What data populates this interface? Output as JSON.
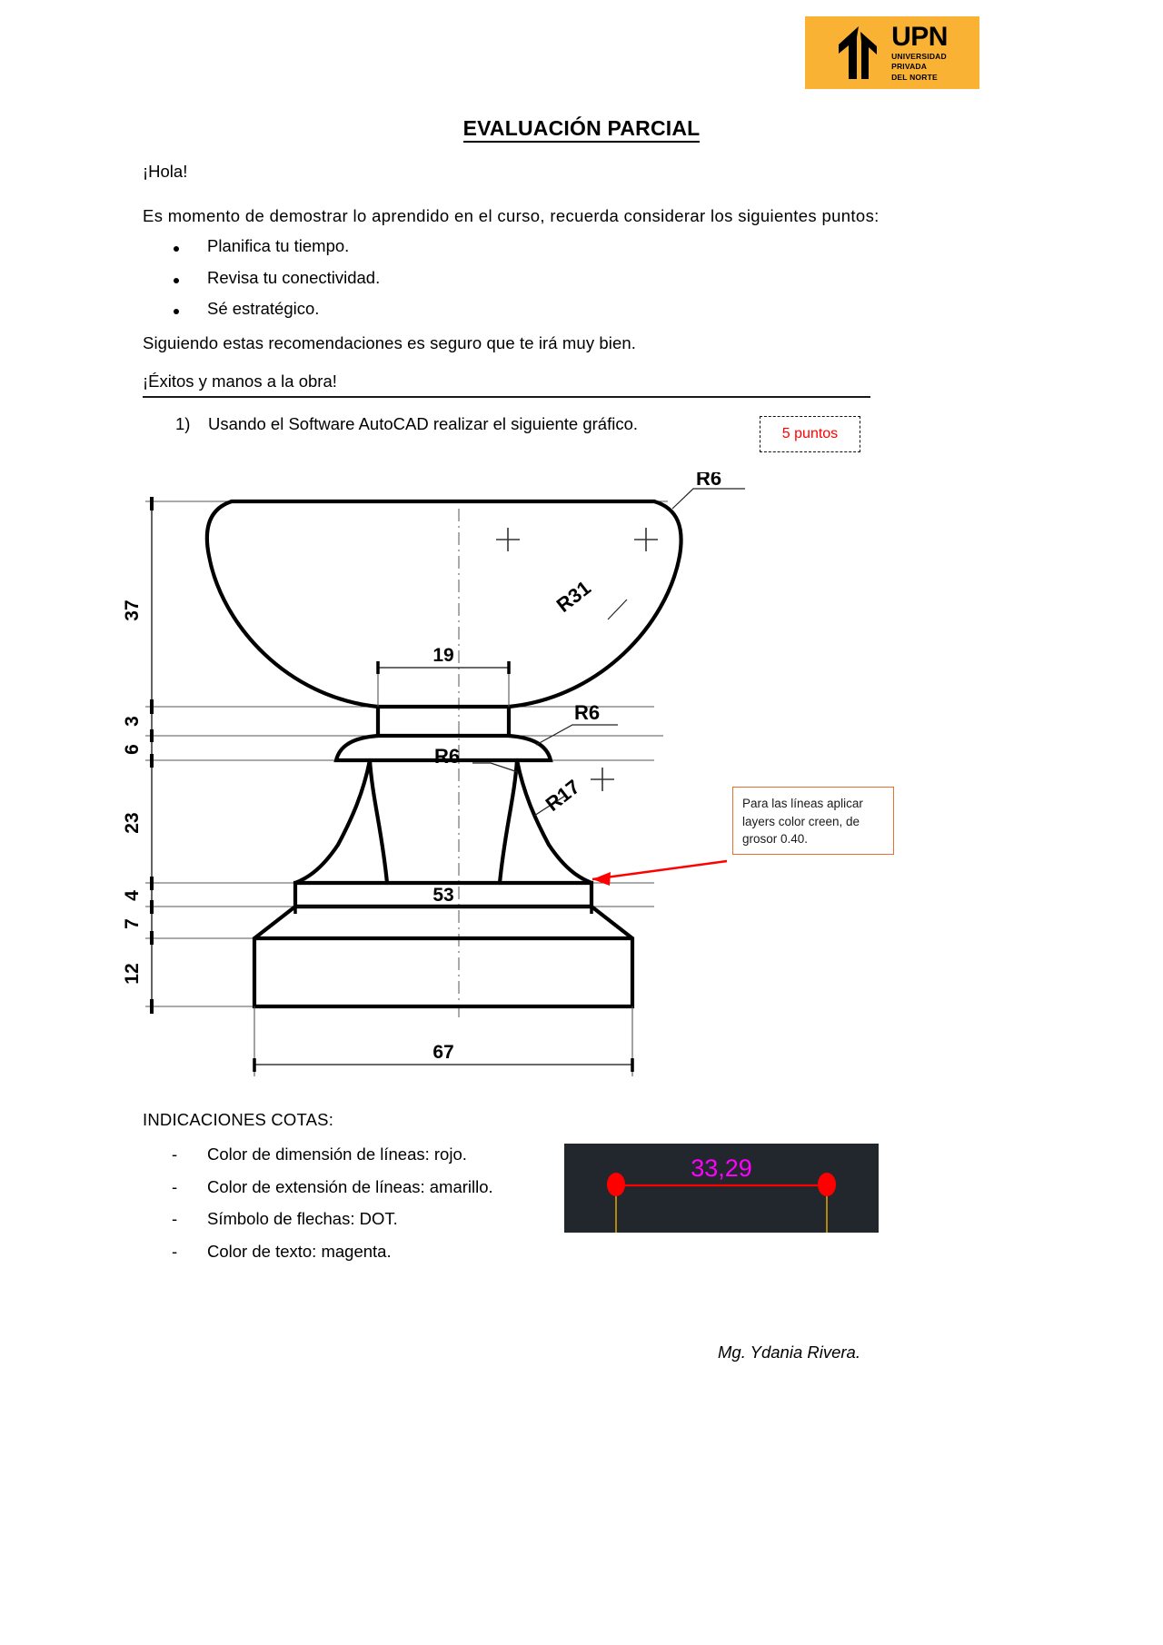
{
  "logo": {
    "brand": "UPN",
    "line1": "UNIVERSIDAD",
    "line2": "PRIVADA",
    "line3": "DEL NORTE",
    "bg_color": "#F9B233"
  },
  "document": {
    "title": "EVALUACIÓN PARCIAL",
    "greeting": "¡Hola!",
    "intro": "Es momento de demostrar lo aprendido en el curso, recuerda considerar los siguientes puntos:",
    "tips": [
      "Planifica tu tiempo.",
      "Revisa tu conectividad.",
      "Sé estratégico."
    ],
    "closing": "Siguiendo estas recomendaciones es seguro que te irá muy bien.",
    "wish": "¡Éxitos y manos a la obra!",
    "footer_signature": "Mg. Ydania Rivera."
  },
  "question": {
    "number": "1)",
    "text": "Usando el Software AutoCAD realizar el siguiente gráfico.",
    "points_badge": "5 puntos",
    "points_color": "#FF0000"
  },
  "note_callout": {
    "text": "Para las líneas aplicar layers color creen, de grosor 0.40.",
    "border_color": "#E8702A",
    "arrow_color": "#FF0000"
  },
  "drawing": {
    "title": "goblet-profile-technical-drawing",
    "vertical_dimensions": [
      "37",
      "3",
      "6",
      "23",
      "4",
      "7",
      "12"
    ],
    "horizontal_dimensions": [
      "19",
      "53",
      "67"
    ],
    "radius_callouts": [
      "R6",
      "R31",
      "R6",
      "R6",
      "R17"
    ],
    "labels": {
      "d37": "37",
      "d3": "3",
      "d6": "6",
      "d23": "23",
      "d4": "4",
      "d7": "7",
      "d12": "12",
      "d19": "19",
      "d53": "53",
      "d67": "67",
      "r6_top": "R6",
      "r31": "R31",
      "r6_mid": "R6",
      "r6_low": "R6",
      "r17": "R17"
    }
  },
  "indications": {
    "title": "INDICACIONES COTAS:",
    "items": [
      "Color de dimensión de líneas: rojo.",
      "Color de extensión de líneas: amarillo.",
      "Símbolo de flechas: DOT.",
      "Color de texto: magenta."
    ]
  },
  "cad_screenshot": {
    "dimension_value": "33,29",
    "background_color": "#22272E",
    "text_color": "#FF00FF",
    "dimension_line_color": "#FF0000",
    "extension_line_color": "#D9A000"
  }
}
